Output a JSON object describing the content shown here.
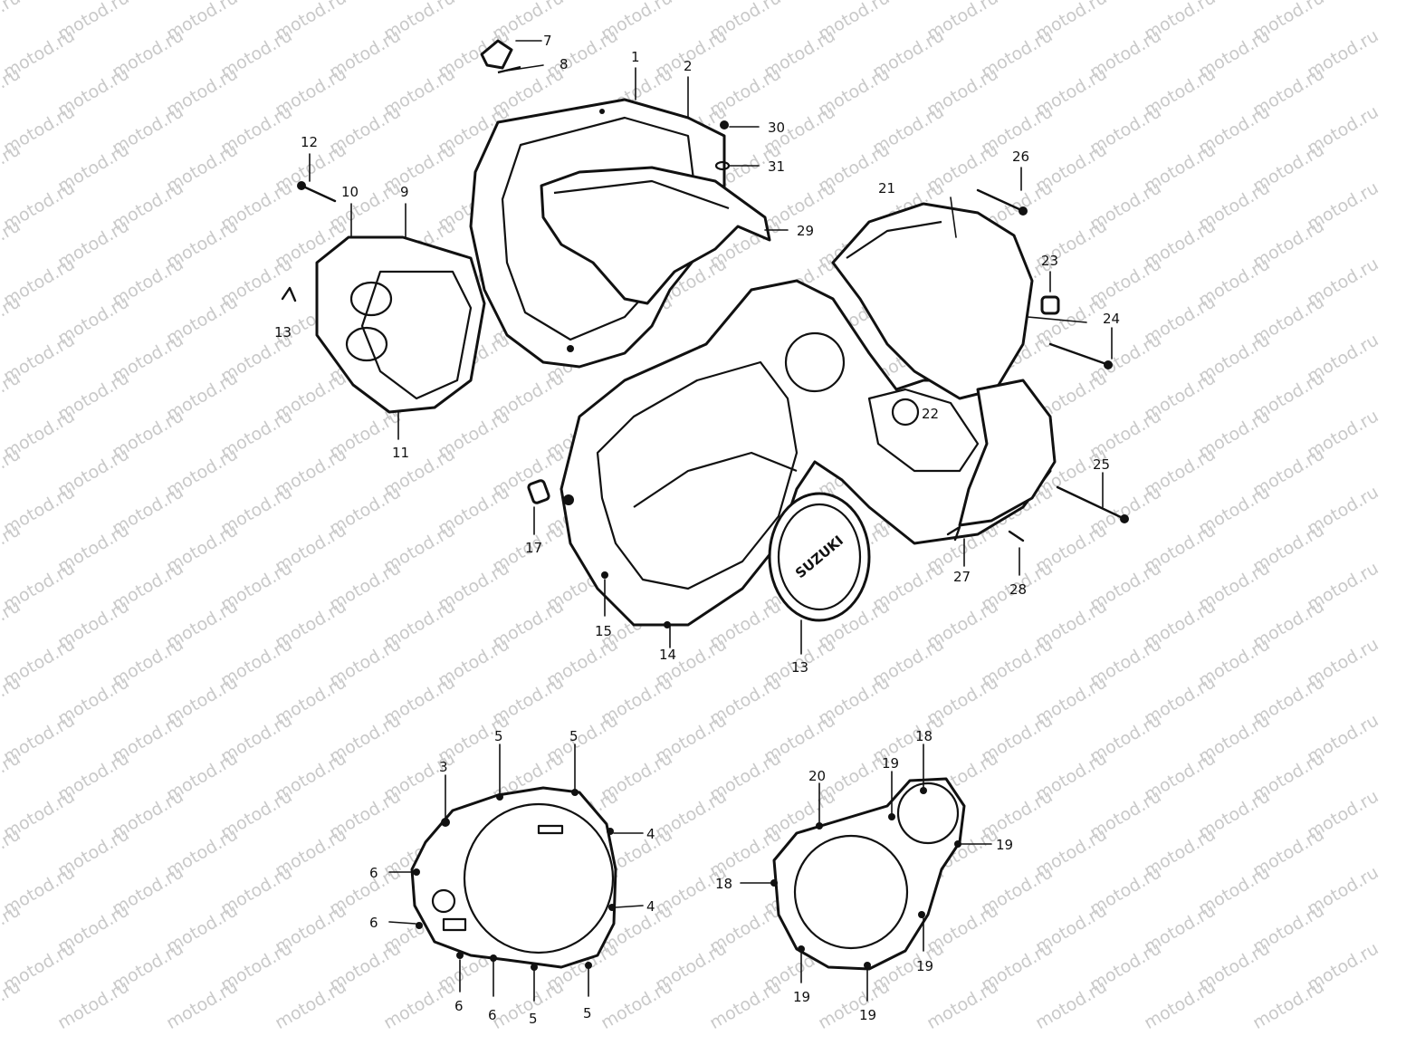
{
  "watermark": {
    "text": "motod.ru"
  },
  "callouts": {
    "c7": "7",
    "c8": "8",
    "c1": "1",
    "c2": "2",
    "c30": "30",
    "c31": "31",
    "c12": "12",
    "c10": "10",
    "c9": "9",
    "c29": "29",
    "c13a": "13",
    "c11": "11",
    "c26": "26",
    "c21": "21",
    "c23": "23",
    "c24": "24",
    "c22": "22",
    "c17": "17",
    "c25": "25",
    "c15": "15",
    "c14": "14",
    "c13b": "13",
    "c27": "27",
    "c28": "28",
    "l3": "3",
    "l5a": "5",
    "l5b": "5",
    "l4a": "4",
    "l6a": "6",
    "l6b": "6",
    "l4b": "4",
    "l6c": "6",
    "l6d": "6",
    "l5c": "5",
    "l5d": "5",
    "r20": "20",
    "r19a": "19",
    "r18": "18",
    "r19b": "19",
    "r18b": "18",
    "r19c": "19",
    "r19d": "19",
    "r19e": "19"
  },
  "emblem_text": "SUZUKI"
}
